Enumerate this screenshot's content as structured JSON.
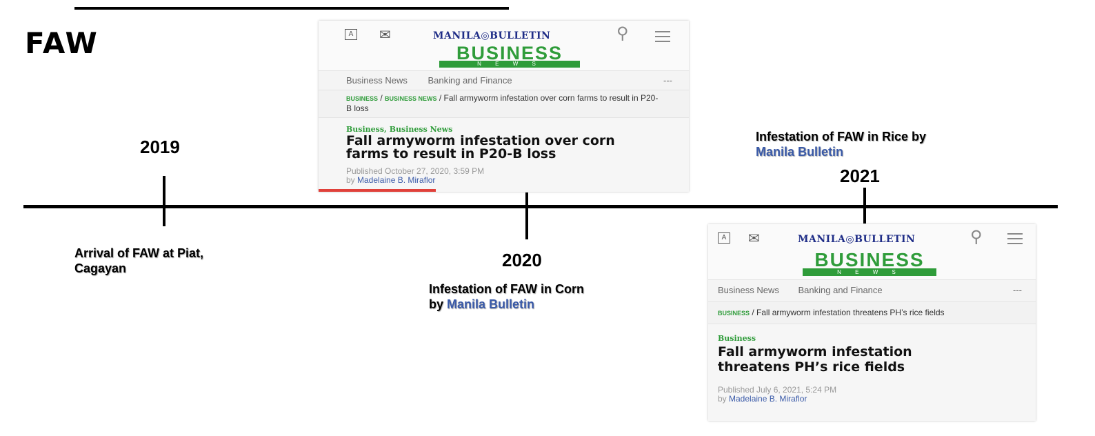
{
  "title": "FAW",
  "events": {
    "e2019": {
      "year": "2019",
      "label_line1": "Arrival  of FAW at Piat,",
      "label_line2": "Cagayan"
    },
    "e2020": {
      "year": "2020",
      "label_line1": "Infestation of FAW in Corn",
      "label_by": "by ",
      "label_link": "Manila Bulletin"
    },
    "e2021": {
      "year": "2021",
      "label_line1": "Infestation of FAW in Rice by",
      "label_link": "Manila Bulletin"
    }
  },
  "article_corn": {
    "masthead": "MANILA◎BULLETIN",
    "section": "BUSINESS",
    "section_sub": "N E W S",
    "nav1": "Business News",
    "nav2": "Banking and Finance",
    "nav_more": "---",
    "crumb_cat1": "BUSINESS",
    "crumb_sep1": " / ",
    "crumb_cat2": "BUSINESS NEWS",
    "crumb_text": " / Fall armyworm infestation over corn farms to result in P20-B loss",
    "category": "Business, Business News",
    "headline": "Fall armyworm infestation over corn farms to result in P20-B loss",
    "published": "Published October 27, 2020, 3:59 PM",
    "by": "by ",
    "author": "Madelaine B. Miraflor"
  },
  "article_rice": {
    "masthead": "MANILA◎BULLETIN",
    "section": "BUSINESS",
    "section_sub": "N E W S",
    "nav1": "Business News",
    "nav2": "Banking and Finance",
    "nav_more": "---",
    "crumb_cat1": "BUSINESS",
    "crumb_text": " / Fall armyworm infestation threatens PH’s rice fields",
    "category": "Business",
    "headline": "Fall armyworm infestation threatens PH’s rice fields",
    "published": "Published July 6, 2021, 5:24 PM",
    "by": "by ",
    "author": "Madelaine B. Miraflor"
  }
}
